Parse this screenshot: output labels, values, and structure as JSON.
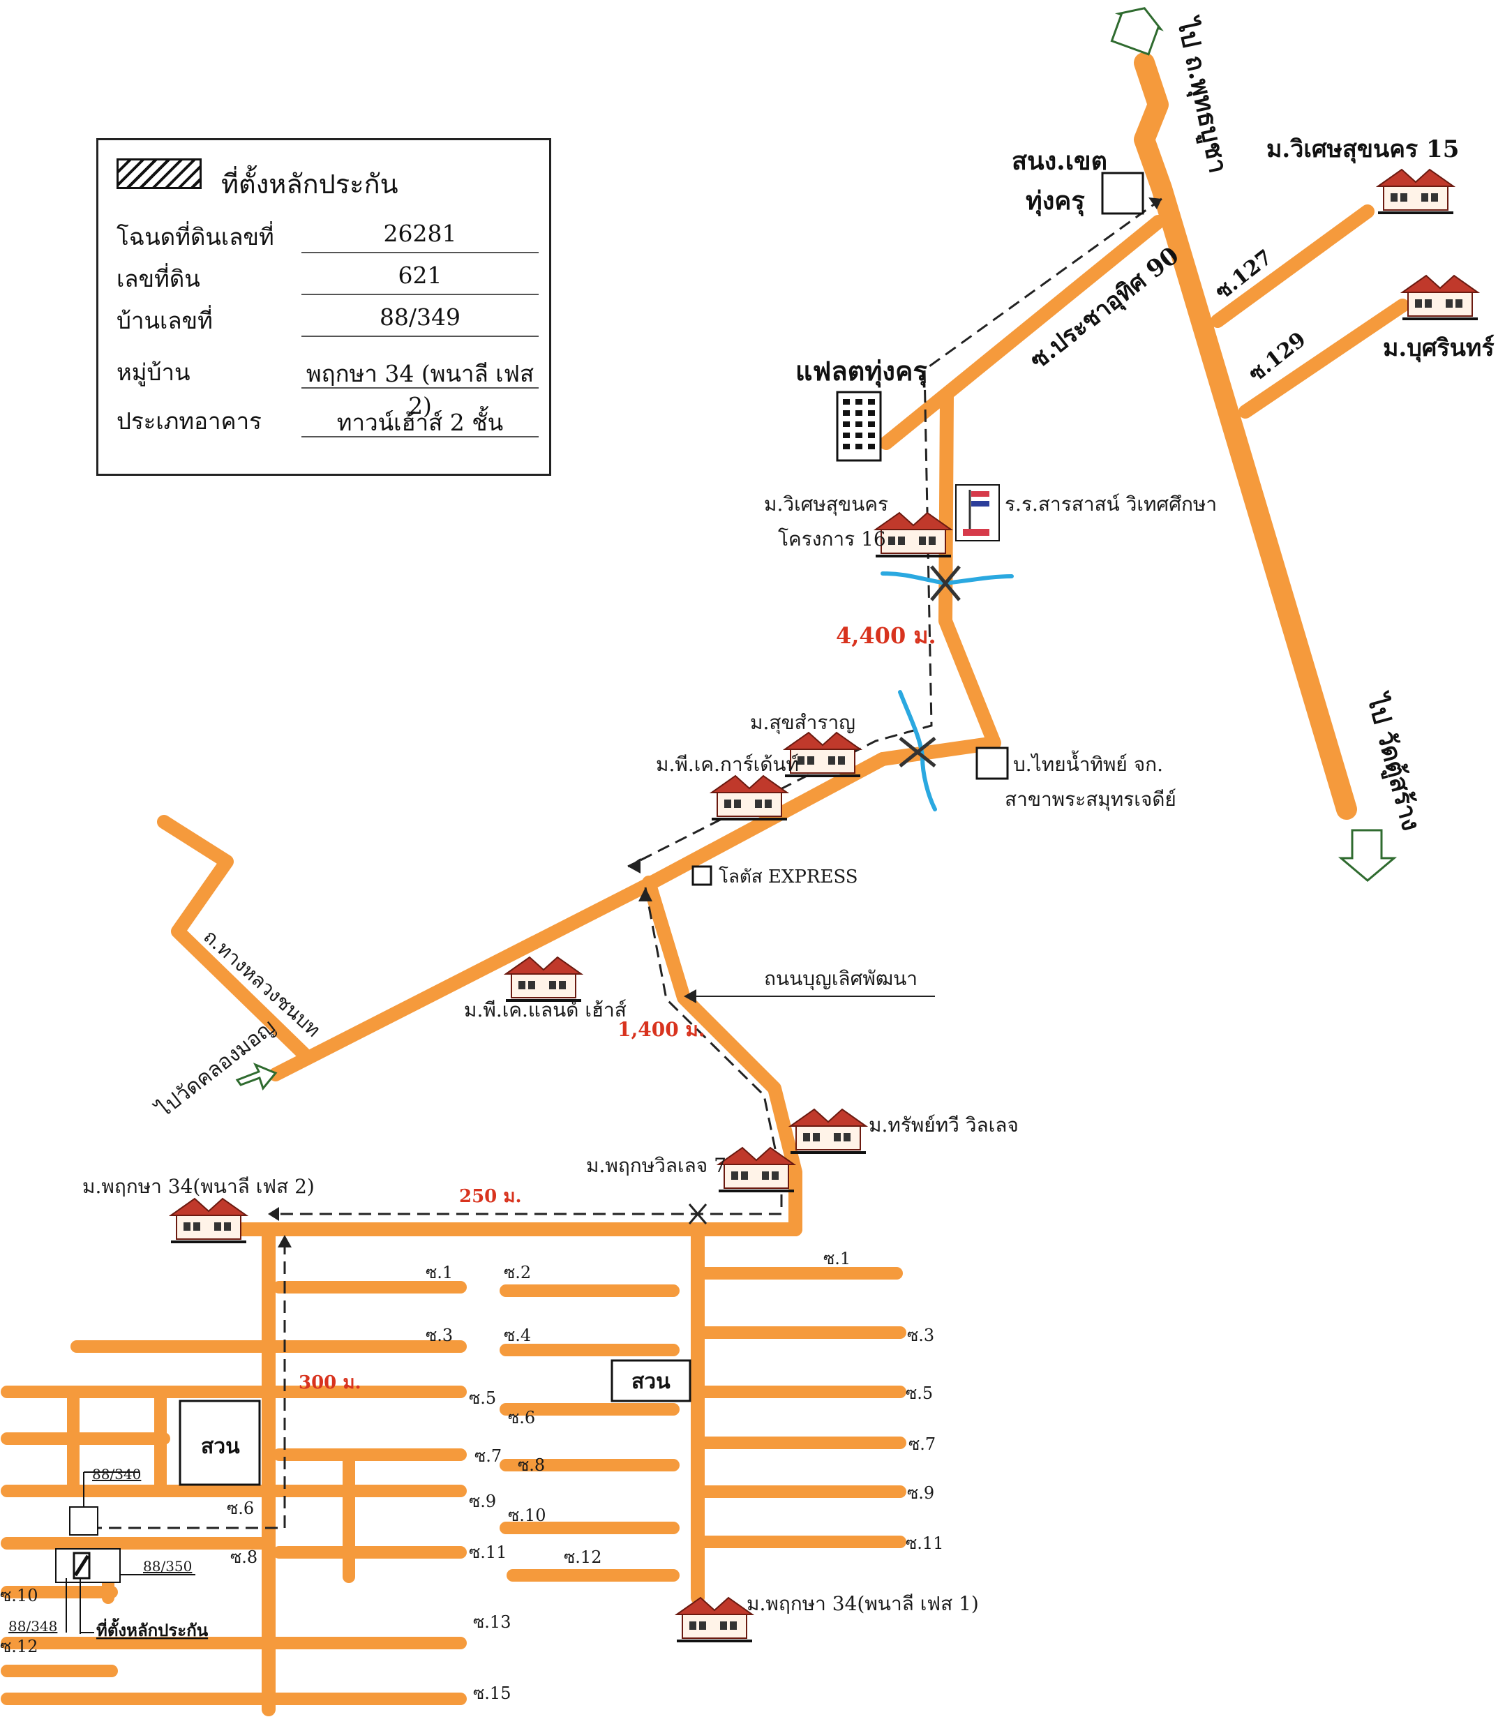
{
  "legend": {
    "title": "ที่ตั้งหลักประกัน",
    "rows": [
      {
        "key": "โฉนดที่ดินเลขที่",
        "value": "26281"
      },
      {
        "key": "เลขที่ดิน",
        "value": "621"
      },
      {
        "key": "บ้านเลขที่",
        "value": "88/349"
      },
      {
        "key": "หมู่บ้าน",
        "value": "พฤกษา 34 (พนาลี เฟส 2)"
      },
      {
        "key": "ประเภทอาคาร",
        "value": "ทาวน์เฮ้าส์ 2 ชั้น"
      }
    ]
  },
  "labels": {
    "to_phutthabucha": "ไป ถ.พุทธบูชา",
    "to_wat_tu_sang": "ไป วัดตู้สร้าง",
    "to_wat_khlong_mon": "ไปวัดคลองมอญ",
    "sanong_khet_1": "สนง.เขต",
    "sanong_khet_2": "ทุ่งครุ",
    "soi_127": "ซ.127",
    "soi_129": "ซ.129",
    "mu_wisetsuk_15": "ม.วิเศษสุขนคร 15",
    "mu_busarin": "ม.บุศรินทร์",
    "soi_pracha_uthit_90": "ซ.ประชาอุทิศ 90",
    "flat_thung_khru": "แฟลตทุ่งครุ",
    "mu_wisetsuk_16_1": "ม.วิเศษสุขนคร",
    "mu_wisetsuk_16_2": "โครงการ 16",
    "school": "ร.ร.สารสาสน์ วิเทศศึกษา",
    "dist_4400": "4,400 ม.",
    "mu_suksamran": "ม.สุขสำราญ",
    "mu_pk_garden": "ม.พี.เค.การ์เด้นท์",
    "thai_namthip_1": "บ.ไทยน้ำทิพย์ จก.",
    "thai_namthip_2": "สาขาพระสมุทรเจดีย์",
    "lotus": "โลตัส EXPRESS",
    "road_thang_luang": "ถ.ทางหลวงชนบท",
    "road_bunlert": "ถนนบุญเลิศพัฒนา",
    "mu_pk_landhouse": "ม.พี.เค.แลนด์ เฮ้าส์",
    "dist_1400": "1,400 ม.",
    "mu_sap_thawee": "ม.ทรัพย์ทวี วิลเลจ",
    "mu_pruksa_village_7": "ม.พฤกษวิลเลจ 7",
    "mu_pruksa_34_p2": "ม.พฤกษา 34(พนาลี เฟส 2)",
    "dist_250": "250 ม.",
    "dist_300": "300 ม.",
    "park_1": "สวน",
    "park_2": "สวน",
    "mu_pruksa_34_p1": "ม.พฤกษา 34(พนาลี เฟส 1)",
    "house_340": "88/340",
    "house_350": "88/350",
    "house_348": "88/348",
    "collateral_site": "ที่ตั้งหลักประกัน"
  },
  "sois_left": [
    "ซ.1",
    "ซ.2",
    "ซ.3",
    "ซ.4",
    "ซ.5",
    "ซ.6",
    "ซ.7",
    "ซ.8",
    "ซ.9",
    "ซ.10",
    "ซ.11",
    "ซ.12",
    "ซ.13",
    "ซ.15"
  ],
  "sois_right": [
    "ซ.1",
    "ซ.3",
    "ซ.5",
    "ซ.7",
    "ซ.9",
    "ซ.11"
  ],
  "colors": {
    "road": "#f59a3c",
    "distance": "#d8331e",
    "canal": "#2aa8e0",
    "house_roof": "#c0392b",
    "flag": "#d63a4a"
  },
  "icons": [
    "house-icon",
    "building-icon",
    "school-flag-icon",
    "bridge-icon",
    "arrow-icon"
  ]
}
